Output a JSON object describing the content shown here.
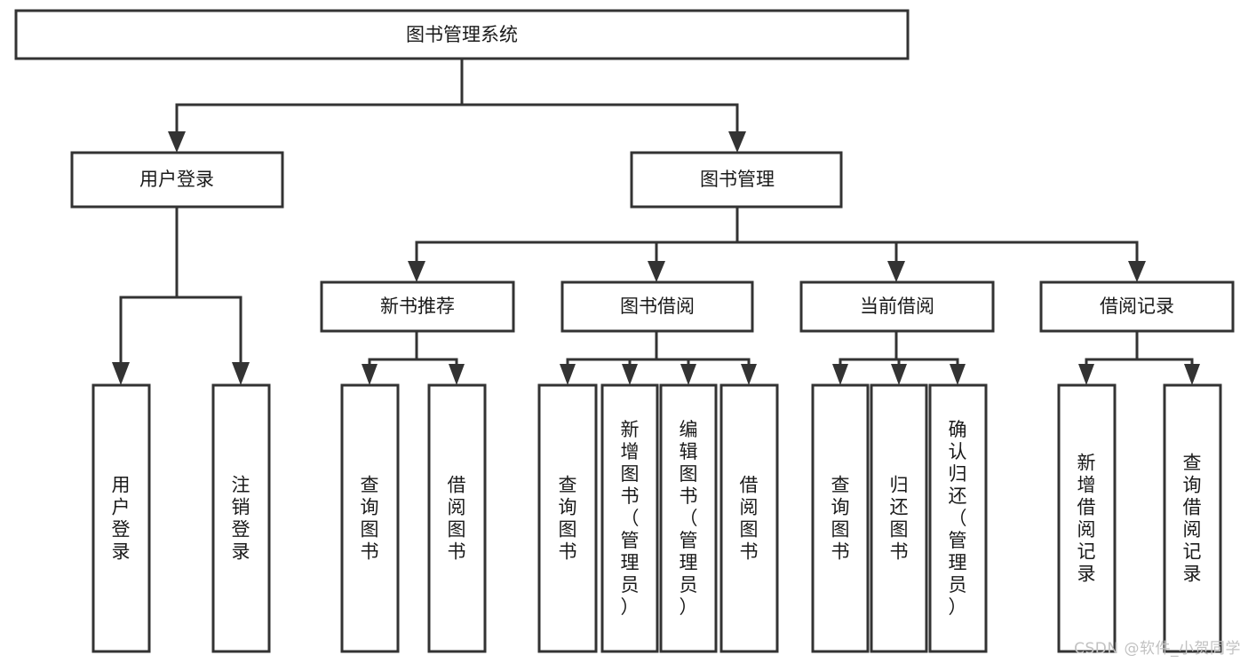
{
  "diagram": {
    "type": "tree",
    "title": "图书管理系统",
    "watermark": "CSDN @软件_小贺同学",
    "colors": {
      "stroke": "#333333",
      "box_fill": "#ffffff",
      "text": "#1a1a1a",
      "background": "#ffffff",
      "watermark": "#c2c2c2"
    },
    "nodes": {
      "root": {
        "label": "图书管理系统",
        "orientation": "horizontal",
        "level": 0
      },
      "user_login": {
        "label": "用户登录",
        "orientation": "horizontal",
        "level": 1
      },
      "book_manage": {
        "label": "图书管理",
        "orientation": "horizontal",
        "level": 1
      },
      "new_book_rec": {
        "label": "新书推荐",
        "orientation": "horizontal",
        "level": 2
      },
      "book_borrow": {
        "label": "图书借阅",
        "orientation": "horizontal",
        "level": 2
      },
      "current_borrow": {
        "label": "当前借阅",
        "orientation": "horizontal",
        "level": 2
      },
      "borrow_record": {
        "label": "借阅记录",
        "orientation": "horizontal",
        "level": 2
      },
      "leaf_user_login": {
        "label": "用户登录",
        "orientation": "vertical",
        "level": 2
      },
      "leaf_logout": {
        "label": "注销登录",
        "orientation": "vertical",
        "level": 2
      },
      "leaf_query_book_rec": {
        "label": "查询图书",
        "orientation": "vertical",
        "level": 3
      },
      "leaf_borrow_book_rec": {
        "label": "借阅图书",
        "orientation": "vertical",
        "level": 3
      },
      "leaf_query_book_b": {
        "label": "查询图书",
        "orientation": "vertical",
        "level": 3
      },
      "leaf_add_book": {
        "label": "新增图书（管理员）",
        "orientation": "vertical",
        "level": 3
      },
      "leaf_edit_book": {
        "label": "编辑图书（管理员）",
        "orientation": "vertical",
        "level": 3
      },
      "leaf_borrow_book_b": {
        "label": "借阅图书",
        "orientation": "vertical",
        "level": 3
      },
      "leaf_query_book_c": {
        "label": "查询图书",
        "orientation": "vertical",
        "level": 3
      },
      "leaf_return_book": {
        "label": "归还图书",
        "orientation": "vertical",
        "level": 3
      },
      "leaf_confirm_return": {
        "label": "确认归还（管理员）",
        "orientation": "vertical",
        "level": 3
      },
      "leaf_add_record": {
        "label": "新增借阅记录",
        "orientation": "vertical",
        "level": 3
      },
      "leaf_query_record": {
        "label": "查询借阅记录",
        "orientation": "vertical",
        "level": 3
      }
    },
    "edges": [
      {
        "from": "root",
        "to": "user_login"
      },
      {
        "from": "root",
        "to": "book_manage"
      },
      {
        "from": "user_login",
        "to": "leaf_user_login"
      },
      {
        "from": "user_login",
        "to": "leaf_logout"
      },
      {
        "from": "book_manage",
        "to": "new_book_rec"
      },
      {
        "from": "book_manage",
        "to": "book_borrow"
      },
      {
        "from": "book_manage",
        "to": "current_borrow"
      },
      {
        "from": "book_manage",
        "to": "borrow_record"
      },
      {
        "from": "new_book_rec",
        "to": "leaf_query_book_rec"
      },
      {
        "from": "new_book_rec",
        "to": "leaf_borrow_book_rec"
      },
      {
        "from": "book_borrow",
        "to": "leaf_query_book_b"
      },
      {
        "from": "book_borrow",
        "to": "leaf_add_book"
      },
      {
        "from": "book_borrow",
        "to": "leaf_edit_book"
      },
      {
        "from": "book_borrow",
        "to": "leaf_borrow_book_b"
      },
      {
        "from": "current_borrow",
        "to": "leaf_query_book_c"
      },
      {
        "from": "current_borrow",
        "to": "leaf_return_book"
      },
      {
        "from": "current_borrow",
        "to": "leaf_confirm_return"
      },
      {
        "from": "borrow_record",
        "to": "leaf_add_record"
      },
      {
        "from": "borrow_record",
        "to": "leaf_query_record"
      }
    ]
  }
}
